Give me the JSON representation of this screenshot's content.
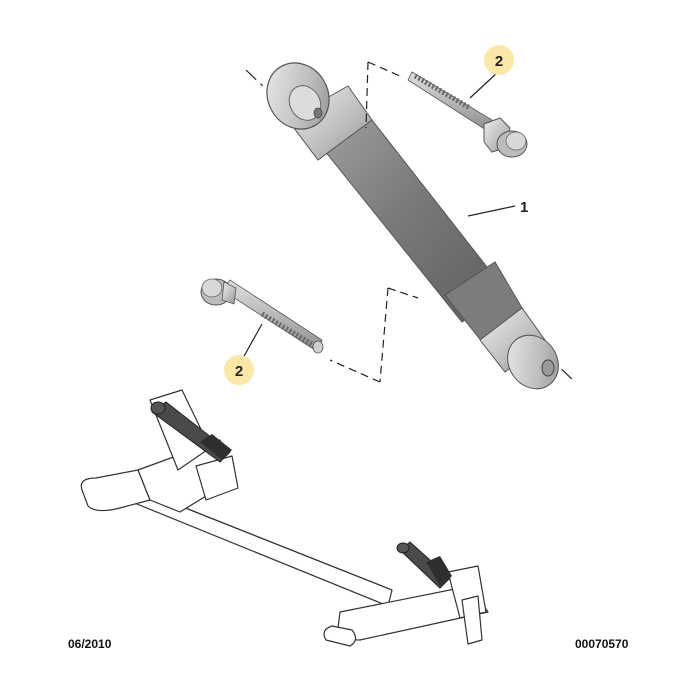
{
  "callouts": [
    {
      "id": "shock",
      "label": "1"
    },
    {
      "id": "bolt-upper",
      "label": "2"
    },
    {
      "id": "bolt-lower",
      "label": "2"
    }
  ],
  "footer": {
    "date": "06/2010",
    "reference": "00070570"
  },
  "colors": {
    "callout_fill": "#fbe7a6",
    "part_body": "#8a8a8a",
    "part_metal": "#c9c9c9",
    "line": "#222222"
  }
}
